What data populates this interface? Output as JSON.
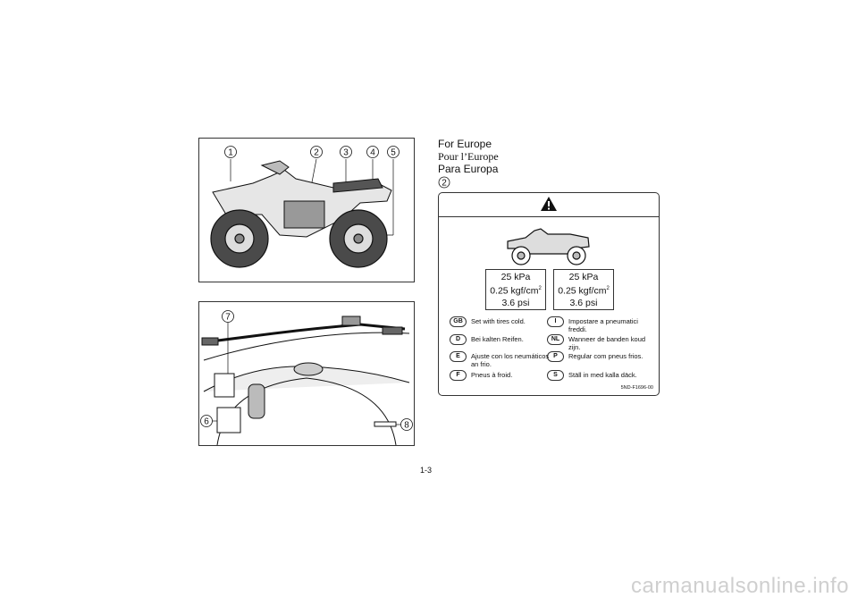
{
  "figure1": {
    "callouts": [
      "1",
      "2",
      "3",
      "4",
      "5"
    ]
  },
  "figure2": {
    "callouts": [
      "7",
      "6",
      "8"
    ]
  },
  "heading": {
    "line1": "For Europe",
    "line2": "Pour l’Europe",
    "line3": "Para Europa"
  },
  "label_ref": "2",
  "warning_label": {
    "warning_icon": "warning-triangle-icon",
    "left_pressure": {
      "kpa": "25 kPa",
      "kgf": "0.25 kgf/cm",
      "kgf_exp": "2",
      "psi": "3.6 psi"
    },
    "right_pressure": {
      "kpa": "25 kPa",
      "kgf": "0.25 kgf/cm",
      "kgf_exp": "2",
      "psi": "3.6 psi"
    },
    "rows": [
      {
        "code": "GB",
        "text": "Set with tires cold."
      },
      {
        "code": "I",
        "text": "Impostare a pneumatici freddi."
      },
      {
        "code": "D",
        "text": "Bei kalten Reifen."
      },
      {
        "code": "NL",
        "text": "Wanneer de banden koud zijn."
      },
      {
        "code": "E",
        "text": "Ajuste con los neumáticos an frio."
      },
      {
        "code": "P",
        "text": "Regular com pneus frios."
      },
      {
        "code": "F",
        "text": "Pneus à froid."
      },
      {
        "code": "S",
        "text": "Ställ in med kalla däck."
      }
    ],
    "part_number": "5ND-F1696-00"
  },
  "page_number": "1-3",
  "watermark": "carmanualsonline.info"
}
